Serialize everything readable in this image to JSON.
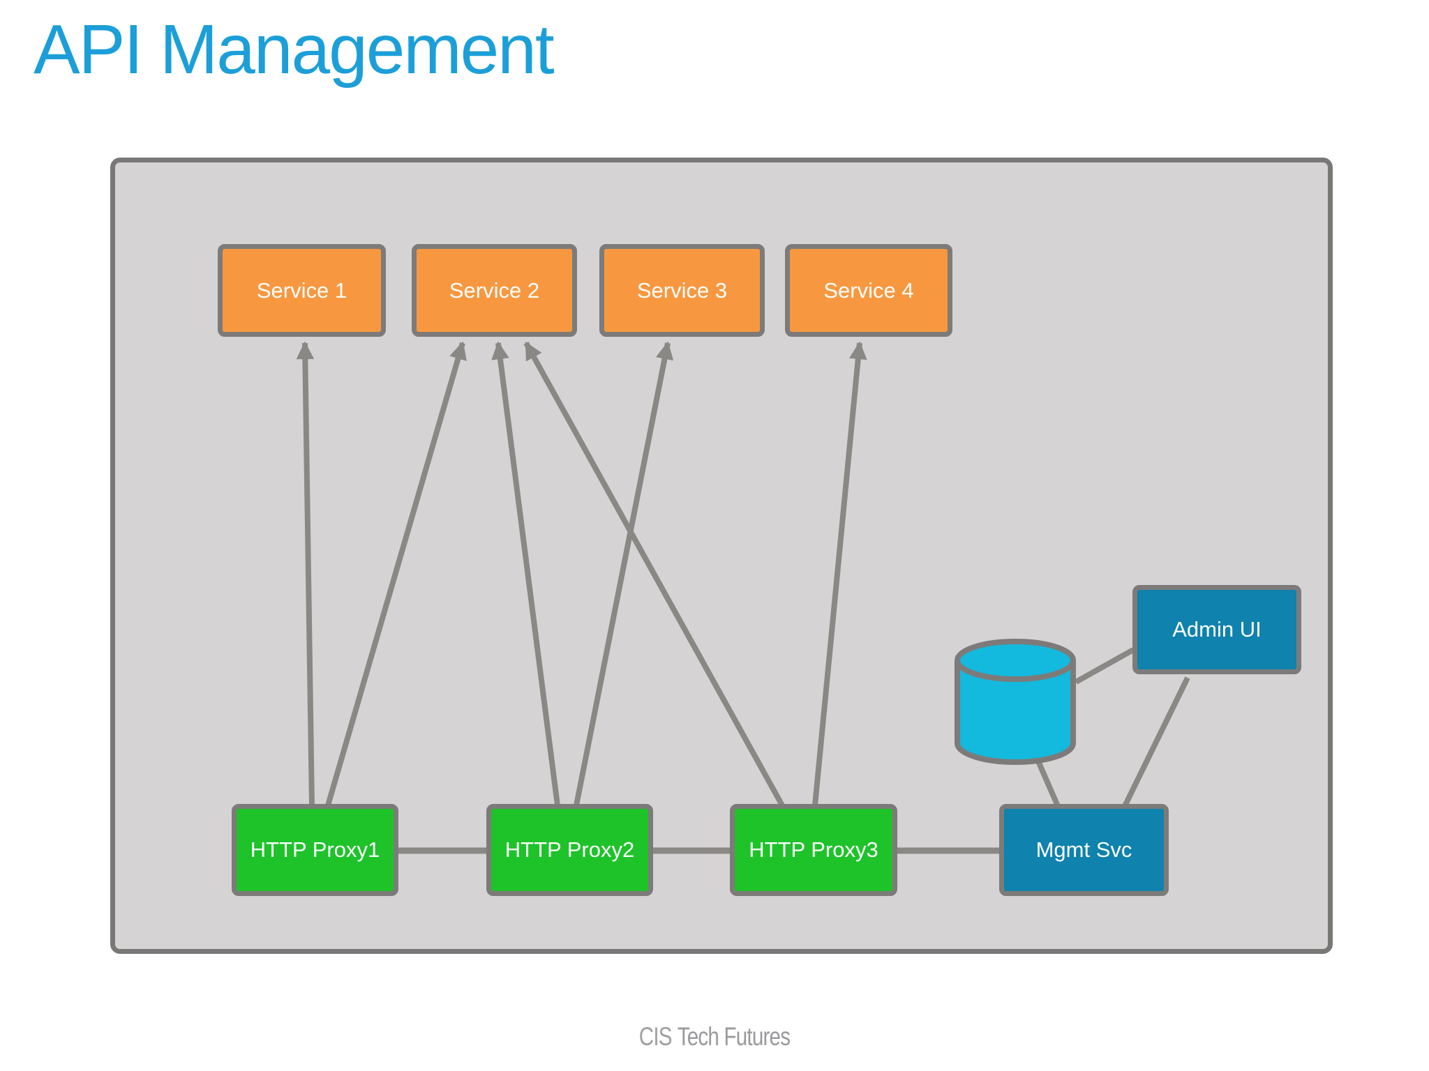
{
  "title": {
    "text": "API Management",
    "color": "#1C9FD8"
  },
  "footer": {
    "brand_cis": "CIS",
    "brand_rest": "Tech Futures",
    "color": "#9B999C"
  },
  "diagram": {
    "colors": {
      "container_fill": "#D5D3D4",
      "container_border": "#7A7876",
      "connector": "#8A8884",
      "node_border": "#7D7B79",
      "service_fill": "#F79840",
      "proxy_fill": "#1EC32A",
      "mgmt_fill": "#0F82AD",
      "admin_ui_fill": "#0F82AD",
      "database_fill": "#14B9DE",
      "label_color": "#FFFFFF"
    },
    "nodes": {
      "services": [
        {
          "label": "Service 1"
        },
        {
          "label": "Service 2"
        },
        {
          "label": "Service 3"
        },
        {
          "label": "Service 4"
        }
      ],
      "proxies": [
        {
          "label": "HTTP Proxy1"
        },
        {
          "label": "HTTP Proxy2"
        },
        {
          "label": "HTTP Proxy3"
        }
      ],
      "mgmt": {
        "label": "Mgmt Svc"
      },
      "admin_ui": {
        "label": "Admin UI"
      },
      "database": {
        "icon": "database-cylinder-icon"
      }
    },
    "edges": [
      {
        "from": "HTTP Proxy1",
        "to": "Service 1",
        "style": "arrow"
      },
      {
        "from": "HTTP Proxy1",
        "to": "Service 2",
        "style": "arrow"
      },
      {
        "from": "HTTP Proxy2",
        "to": "Service 2",
        "style": "arrow"
      },
      {
        "from": "HTTP Proxy2",
        "to": "Service 3",
        "style": "arrow"
      },
      {
        "from": "HTTP Proxy3",
        "to": "Service 2",
        "style": "arrow"
      },
      {
        "from": "HTTP Proxy3",
        "to": "Service 4",
        "style": "arrow"
      },
      {
        "from": "HTTP Proxy1",
        "to": "HTTP Proxy2",
        "style": "line"
      },
      {
        "from": "HTTP Proxy2",
        "to": "HTTP Proxy3",
        "style": "line"
      },
      {
        "from": "HTTP Proxy3",
        "to": "Mgmt Svc",
        "style": "line"
      },
      {
        "from": "database",
        "to": "Mgmt Svc",
        "style": "line"
      },
      {
        "from": "Admin UI",
        "to": "Mgmt Svc",
        "style": "line"
      },
      {
        "from": "database",
        "to": "Admin UI",
        "style": "line"
      }
    ]
  }
}
